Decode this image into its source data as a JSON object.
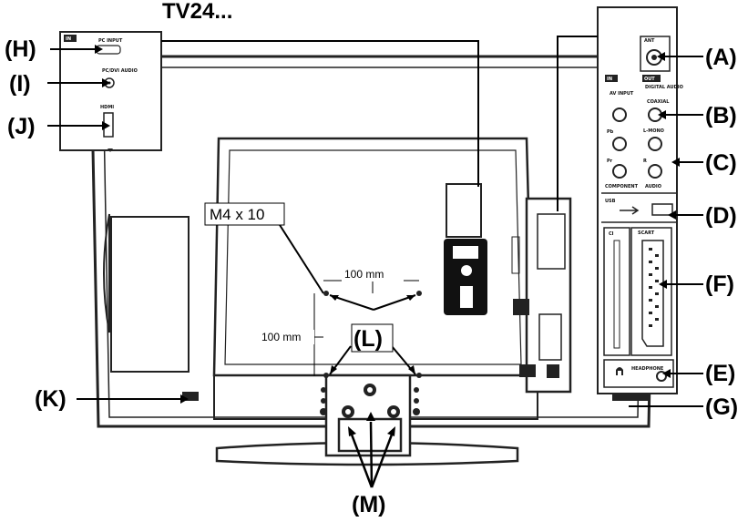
{
  "title": "TV24...",
  "screw_label": "M4 x 10",
  "dimension_h": "100 mm",
  "dimension_v": "100 mm",
  "center_label": "(L)",
  "callouts": {
    "A": "(A)",
    "B": "(B)",
    "C": "(C)",
    "D": "(D)",
    "E": "(E)",
    "F": "(F)",
    "G": "(G)",
    "H": "(H)",
    "I": "(I)",
    "J": "(J)",
    "K": "(K)",
    "M": "(M)"
  },
  "left_panel": {
    "in_tag": "IN",
    "pc_input": "PC INPUT",
    "pc_audio": "PC/DVI AUDIO",
    "hdmi": "HDMI"
  },
  "right_panel": {
    "ant": "ANT",
    "in_tag": "IN",
    "out_tag": "OUT",
    "av_input": "AV INPUT",
    "digital_audio": "DIGITAL AUDIO",
    "coaxial": "COAXIAL",
    "pb": "Pb",
    "pr": "Pr",
    "component": "COMPONENT",
    "l_mono": "L-MONO",
    "r": "R",
    "audio": "AUDIO",
    "usb": "USB",
    "ci": "CI",
    "scart": "SCART",
    "headphone": "HEADPHONE"
  },
  "colors": {
    "line": "#000000",
    "tv_outline": "#222222",
    "panel_fill": "#ffffff",
    "dark": "#111111"
  }
}
